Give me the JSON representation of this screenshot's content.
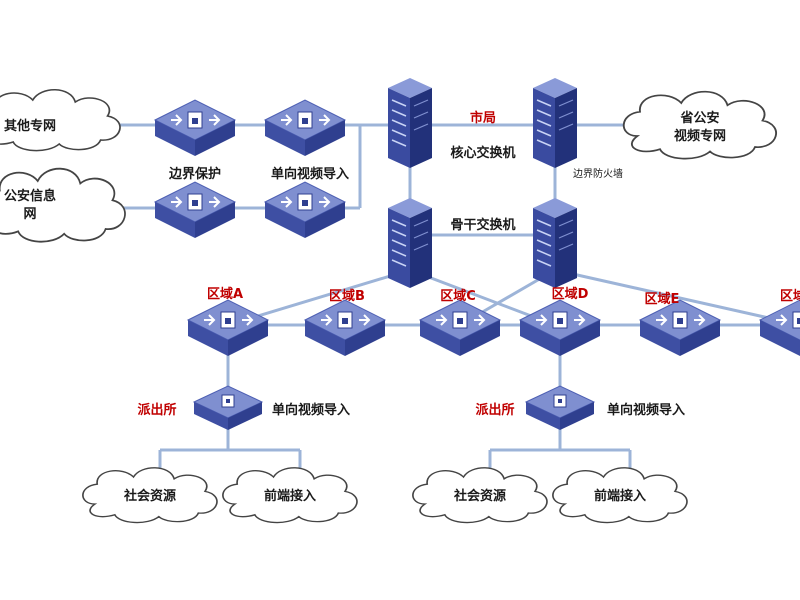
{
  "colors": {
    "line": "#9db4d8",
    "device_top": "#6f7fc4",
    "device_side": "#3a4ba0",
    "server": "#2f3f8f",
    "red_label": "#c00000",
    "black_label": "#1a1a1a"
  },
  "clouds": {
    "other_private_net": "其他专网",
    "public_security_info_net_line1": "公安信息",
    "public_security_info_net_line2": "网",
    "provincial_line1": "省公安",
    "provincial_line2": "视频专网",
    "social_resources_left": "社会资源",
    "frontend_access_left": "前端接入",
    "social_resources_right": "社会资源",
    "frontend_access_right": "前端接入"
  },
  "labels": {
    "boundary_protection": "边界保护",
    "oneway_import_top": "单向视频导入",
    "city_bureau": "市局",
    "core_switch": "核心交换机",
    "boundary_firewall": "边界防火墙",
    "backbone_switch": "骨干交换机",
    "region_a": "区域A",
    "region_b": "区域B",
    "region_c": "区域C",
    "region_d": "区域D",
    "region_e": "区域E",
    "region_f": "区域F",
    "police_station_left": "派出所",
    "police_station_right": "派出所",
    "oneway_import_left": "单向视频导入",
    "oneway_import_right": "单向视频导入"
  }
}
